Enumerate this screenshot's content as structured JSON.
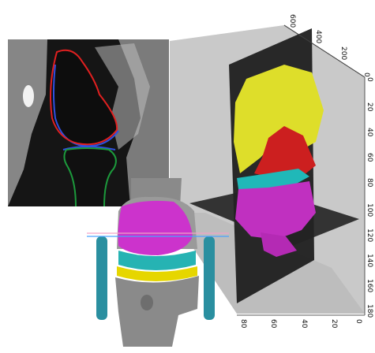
{
  "figure": {
    "axes": {
      "top_ticks": [
        "600",
        "400",
        "200",
        "0"
      ],
      "right_ticks": [
        "0",
        "20",
        "40",
        "60",
        "80",
        "100",
        "120",
        "140",
        "160",
        "180"
      ],
      "bottom_ticks": [
        "80",
        "60",
        "40",
        "20",
        "0"
      ]
    },
    "colors": {
      "mri_bg": "#111111",
      "femur_contour": "#e02020",
      "tibia_contour": "#1c9a3c",
      "cartilage_contour": "#3050e0",
      "femur_cartilage": "#cc33cc",
      "meniscus": "#26b3b3",
      "tibia_cartilage": "#e6d600",
      "yellow_region": "#dede2a",
      "red_region": "#cc1f1f",
      "cyan_region": "#20b8b8",
      "magenta_region": "#c030c0",
      "bone_gray": "#8a8a8a",
      "panel_gray": "#c9c9c9"
    }
  }
}
